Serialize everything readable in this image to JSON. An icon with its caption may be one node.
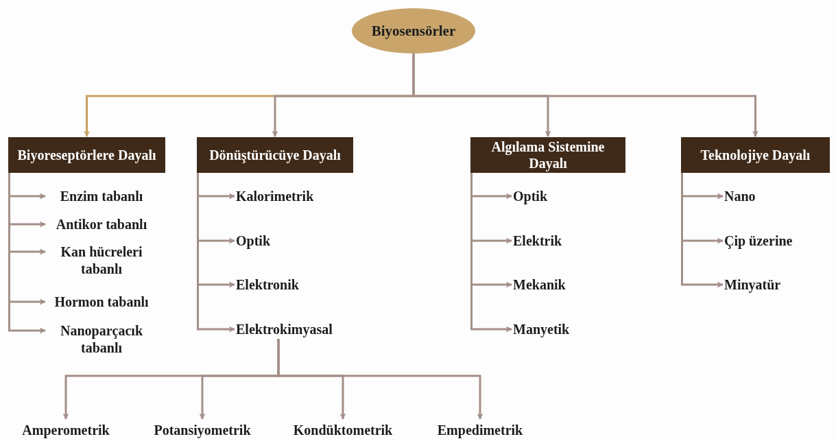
{
  "diagram": {
    "nodes": [
      {
        "text": [
          "Biyosensörler"
        ]
      },
      {
        "text": [
          "Biyoreseptörlere Dayalı"
        ]
      },
      {
        "text": [
          "Dönüştürücüye Dayalı"
        ]
      },
      {
        "text": [
          "Algılama Sistemine Dayalı"
        ]
      },
      {
        "text": [
          "Teknolojiye Dayalı"
        ]
      },
      {
        "text": [
          "Enzim tabanlı"
        ]
      },
      {
        "text": [
          "Antikor tabanlı"
        ]
      },
      {
        "text": [
          "Kan hücreleri tabanlı"
        ]
      },
      {
        "text": [
          "Hormon tabanlı"
        ]
      },
      {
        "text": [
          "Nanoparçacık tabanlı"
        ]
      },
      {
        "text": [
          "Kalorimetrik"
        ]
      },
      {
        "text": [
          "Optik"
        ]
      },
      {
        "text": [
          "Elektronik"
        ]
      },
      {
        "text": [
          "Elektrokimyasal"
        ]
      },
      {
        "text": [
          "Optik"
        ]
      },
      {
        "text": [
          "Elektrik"
        ]
      },
      {
        "text": [
          "Mekanik"
        ]
      },
      {
        "text": [
          "Manyetik"
        ]
      },
      {
        "text": [
          "Nano"
        ]
      },
      {
        "text": [
          "Çip üzerine"
        ]
      },
      {
        "text": [
          "Minyatür"
        ]
      },
      {
        "text": [
          "Amperometrik"
        ]
      },
      {
        "text": [
          "Potansiyometrik"
        ]
      },
      {
        "text": [
          "Kondüktometrik"
        ]
      },
      {
        "text": [
          "Empedimetrik"
        ]
      }
    ],
    "edges": [
      {
        "from": 0,
        "to": 1,
        "arrow": "to",
        "color": "#c9a060"
      },
      {
        "from": 0,
        "to": 2,
        "arrow": "to"
      },
      {
        "from": 0,
        "to": 3,
        "arrow": "to"
      },
      {
        "from": 0,
        "to": 4,
        "arrow": "to"
      },
      {
        "from": 1,
        "to": 5,
        "arrow": "to"
      },
      {
        "from": 1,
        "to": 6,
        "arrow": "to"
      },
      {
        "from": 1,
        "to": 7,
        "arrow": "to"
      },
      {
        "from": 1,
        "to": 8,
        "arrow": "to"
      },
      {
        "from": 1,
        "to": 9,
        "arrow": "to"
      },
      {
        "from": 2,
        "to": 10,
        "arrow": "to"
      },
      {
        "from": 2,
        "to": 11,
        "arrow": "to"
      },
      {
        "from": 2,
        "to": 12,
        "arrow": "to"
      },
      {
        "from": 2,
        "to": 13,
        "arrow": "to"
      },
      {
        "from": 3,
        "to": 14,
        "arrow": "to"
      },
      {
        "from": 3,
        "to": 15,
        "arrow": "to"
      },
      {
        "from": 3,
        "to": 16,
        "arrow": "to"
      },
      {
        "from": 3,
        "to": 17,
        "arrow": "to"
      },
      {
        "from": 4,
        "to": 18,
        "arrow": "to"
      },
      {
        "from": 4,
        "to": 19,
        "arrow": "to"
      },
      {
        "from": 4,
        "to": 20,
        "arrow": "to"
      },
      {
        "from": 13,
        "to": 21,
        "arrow": "to"
      },
      {
        "from": 13,
        "to": 22,
        "arrow": "to"
      },
      {
        "from": 13,
        "to": 23,
        "arrow": "to"
      },
      {
        "from": 13,
        "to": 24,
        "arrow": "to"
      }
    ]
  }
}
